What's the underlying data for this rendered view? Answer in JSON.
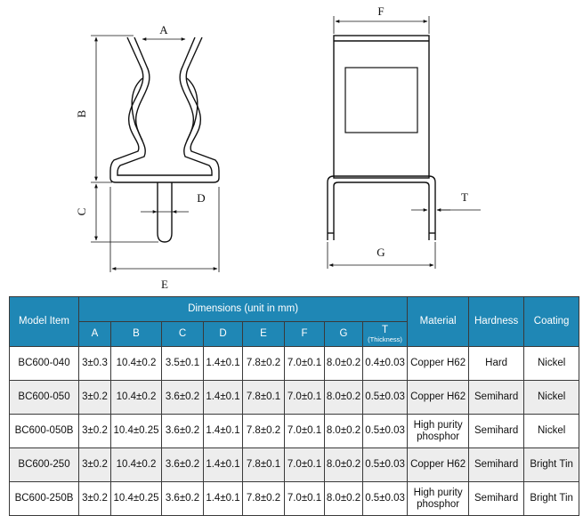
{
  "drawing": {
    "labels": {
      "A": "A",
      "B": "B",
      "C": "C",
      "D": "D",
      "E": "E",
      "F": "F",
      "G": "G",
      "T": "T"
    }
  },
  "table": {
    "model_header": "Model Item",
    "dimensions_header": "Dimensions (unit in mm)",
    "dim_columns": [
      "A",
      "B",
      "C",
      "D",
      "E",
      "F",
      "G",
      "T"
    ],
    "thickness_note": "(Thickness)",
    "material_header": "Material",
    "hardness_header": "Hardness",
    "coating_header": "Coating",
    "rows": [
      {
        "model": "BC600-040",
        "A": "3±0.3",
        "B": "10.4±0.2",
        "C": "3.5±0.1",
        "D": "1.4±0.1",
        "E": "7.8±0.2",
        "F": "7.0±0.1",
        "G": "8.0±0.2",
        "T": "0.4±0.03",
        "material": "Copper H62",
        "hardness": "Hard",
        "coating": "Nickel"
      },
      {
        "model": "BC600-050",
        "A": "3±0.2",
        "B": "10.4±0.2",
        "C": "3.6±0.2",
        "D": "1.4±0.1",
        "E": "7.8±0.1",
        "F": "7.0±0.1",
        "G": "8.0±0.2",
        "T": "0.5±0.03",
        "material": "Copper H62",
        "hardness": "Semihard",
        "coating": "Nickel"
      },
      {
        "model": "BC600-050B",
        "A": "3±0.2",
        "B": "10.4±0.25",
        "C": "3.6±0.2",
        "D": "1.4±0.1",
        "E": "7.8±0.2",
        "F": "7.0±0.1",
        "G": "8.0±0.2",
        "T": "0.5±0.03",
        "material": "High purity phosphor",
        "hardness": "Semihard",
        "coating": "Nickel"
      },
      {
        "model": "BC600-250",
        "A": "3±0.2",
        "B": "10.4±0.2",
        "C": "3.6±0.2",
        "D": "1.4±0.1",
        "E": "7.8±0.1",
        "F": "7.0±0.1",
        "G": "8.0±0.2",
        "T": "0.5±0.03",
        "material": "Copper H62",
        "hardness": "Semihard",
        "coating": "Bright Tin"
      },
      {
        "model": "BC600-250B",
        "A": "3±0.2",
        "B": "10.4±0.25",
        "C": "3.6±0.2",
        "D": "1.4±0.1",
        "E": "7.8±0.2",
        "F": "7.0±0.1",
        "G": "8.0±0.2",
        "T": "0.5±0.03",
        "material": "High purity phosphor",
        "hardness": "Semihard",
        "coating": "Bright Tin"
      }
    ]
  }
}
